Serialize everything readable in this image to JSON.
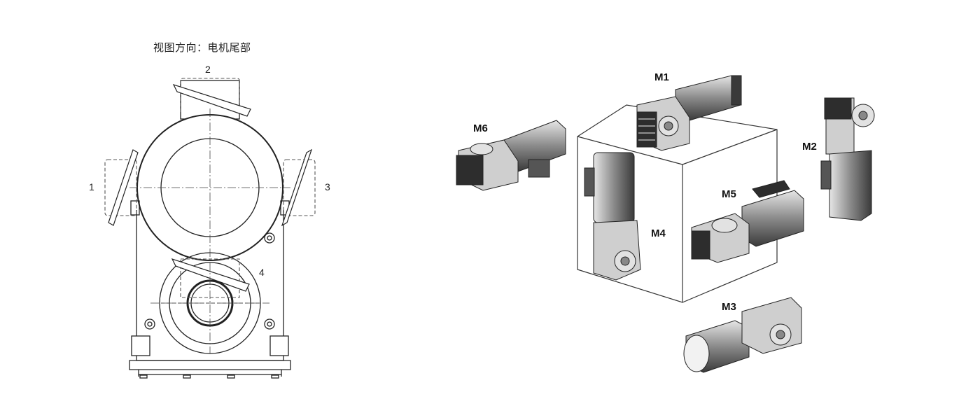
{
  "left_view": {
    "title": "视图方向：电机尾部",
    "positions": [
      "1",
      "2",
      "3",
      "4"
    ]
  },
  "right_view": {
    "mounting_positions": [
      "M1",
      "M2",
      "M3",
      "M4",
      "M5",
      "M6"
    ]
  },
  "colors": {
    "line": "#222222",
    "dashed": "#555555",
    "motor_body": "#7a7a7a",
    "motor_dark": "#2e2e2e",
    "motor_light": "#d8d8d8"
  }
}
